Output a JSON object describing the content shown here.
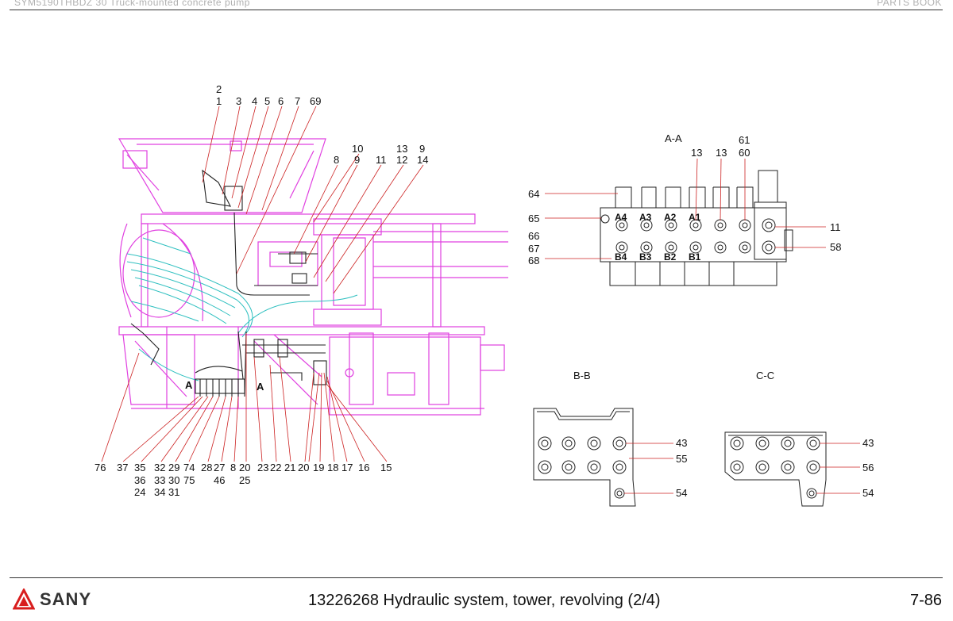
{
  "header": {
    "left": "SYM5190THBDZ 30 Truck-mounted concrete pump",
    "right": "PARTS BOOK"
  },
  "footer": {
    "brand": "SANY",
    "title": "13226268 Hydraulic system, tower, revolving (2/4)",
    "page": "7-86"
  },
  "colors": {
    "structure": "#e040e0",
    "hoses": "#30c0c0",
    "lines": "#222222",
    "leaders": "#cc2222",
    "brand": "#d81e1e"
  },
  "views": {
    "aa": "A-A",
    "bb": "B-B",
    "cc": "C-C",
    "section_a": "A"
  },
  "main_top_callouts": [
    "2",
    "1",
    "3",
    "4",
    "5",
    "6",
    "7",
    "69",
    "10",
    "8",
    "9",
    "13",
    "9",
    "11",
    "12",
    "14"
  ],
  "main_bottom_row1": [
    "76",
    "37",
    "35",
    "32",
    "29",
    "74",
    "28",
    "27",
    "8",
    "20",
    "23",
    "22",
    "21",
    "20",
    "19",
    "18",
    "17",
    "16",
    "15"
  ],
  "main_bottom_row2": [
    "36",
    "33",
    "30",
    "75",
    "46",
    "25"
  ],
  "main_bottom_row3": [
    "24",
    "34",
    "31"
  ],
  "aa_callouts": {
    "top": [
      "13",
      "13",
      "61",
      "60"
    ],
    "left": [
      "64",
      "65",
      "66",
      "67",
      "68"
    ],
    "right": [
      "11",
      "58"
    ],
    "ports_a": [
      "A4",
      "A3",
      "A2",
      "A1"
    ],
    "ports_b": [
      "B4",
      "B3",
      "B2",
      "B1"
    ]
  },
  "bb_callouts": [
    "43",
    "55",
    "54"
  ],
  "cc_callouts": [
    "43",
    "56",
    "54"
  ]
}
